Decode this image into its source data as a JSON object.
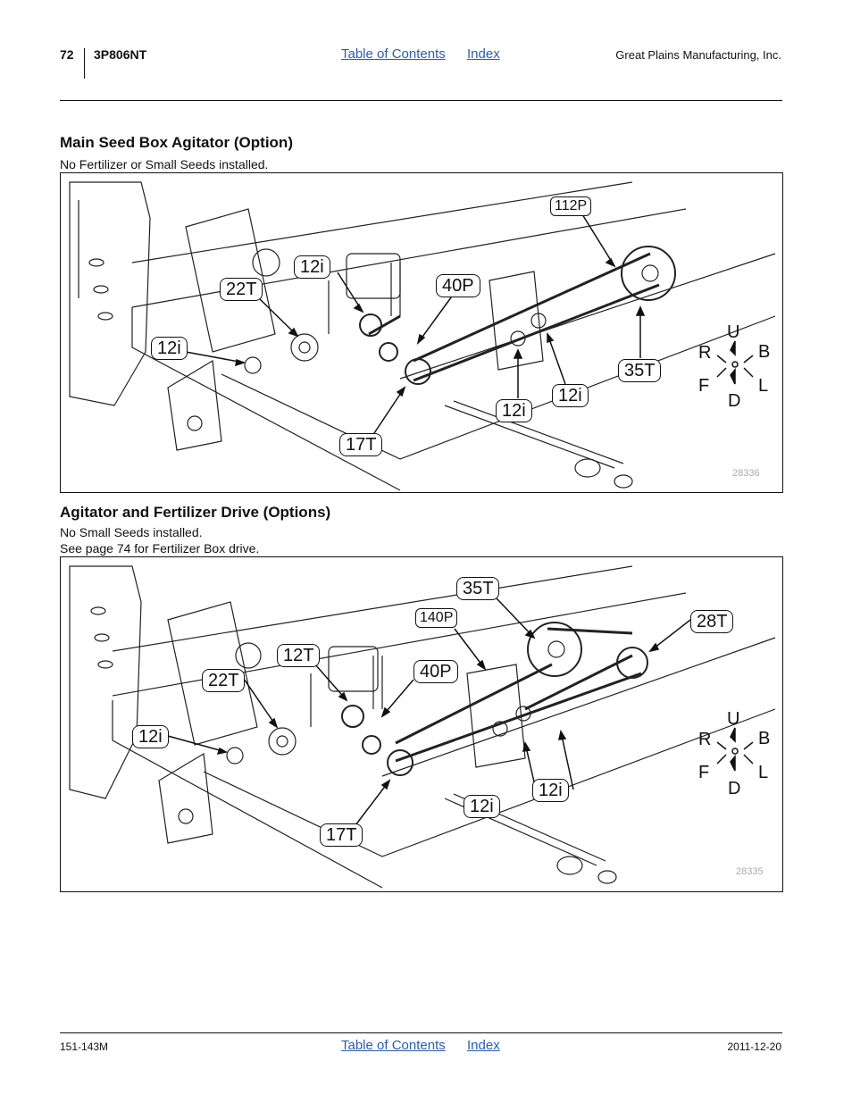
{
  "header": {
    "page_number": "72",
    "model": "3P806NT",
    "links": {
      "toc": "Table of Contents",
      "index": "Index"
    },
    "company": "Great Plains Manufacturing, Inc."
  },
  "sections": [
    {
      "title": "Main Seed Box Agitator (Option)",
      "subtitle_lines": [
        "No Fertilizer or Small Seeds installed."
      ],
      "figure": {
        "id": "28336",
        "callouts": {
          "c112P": "112P",
          "c12i_top": "12i",
          "c22T": "22T",
          "c40P": "40P",
          "c12i_left": "12i",
          "c35T": "35T",
          "c12i_right": "12i",
          "c12i_bottom": "12i",
          "c17T": "17T"
        },
        "directions": {
          "u": "U",
          "r": "R",
          "b": "B",
          "f": "F",
          "l": "L",
          "d": "D"
        }
      }
    },
    {
      "title": "Agitator and Fertilizer Drive (Options)",
      "subtitle_lines": [
        "No Small Seeds installed.",
        "See page 74 for Fertilizer Box drive."
      ],
      "figure": {
        "id": "28335",
        "callouts": {
          "c35T": "35T",
          "c140P": "140P",
          "c28T": "28T",
          "c12T": "12T",
          "c22T": "22T",
          "c40P": "40P",
          "c12i_left": "12i",
          "c12i_right": "12i",
          "c12i_bottom": "12i",
          "c17T": "17T"
        },
        "directions": {
          "u": "U",
          "r": "R",
          "b": "B",
          "f": "F",
          "l": "L",
          "d": "D"
        }
      }
    }
  ],
  "footer": {
    "doc_number": "151-143M",
    "links": {
      "toc": "Table of Contents",
      "index": "Index"
    },
    "date": "2011-12-20"
  }
}
